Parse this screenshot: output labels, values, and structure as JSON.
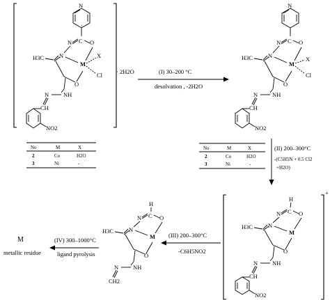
{
  "molecule_1": {
    "ring_n": "N",
    "n1": "N",
    "c1": "C",
    "o1": "O",
    "n2": "N",
    "metal": "M",
    "x": "X",
    "cl": "Cl",
    "ch3": "H3C",
    "o2": "O",
    "nh": "NH",
    "n3": "N",
    "ch": "CH",
    "no2": "NO2",
    "solvate": "· 2H2O"
  },
  "molecule_2": {
    "ring_n": "N",
    "n1": "N",
    "c1": "C",
    "o1": "O",
    "n2": "N",
    "metal": "M",
    "x": "X",
    "cl": "Cl",
    "ch3": "H3C",
    "o2": "O",
    "nh": "NH",
    "n3": "N",
    "ch": "CH",
    "no2": "NO2"
  },
  "molecule_3": {
    "h": "H",
    "n1": "N",
    "c1": "C",
    "o1": "O",
    "n2": "N",
    "metal": "M",
    "ch3": "H3C",
    "o2": "O",
    "nh": "NH",
    "n3": "N",
    "ch": "CH",
    "no2": "NO2",
    "charge": "+"
  },
  "molecule_4": {
    "h": "H",
    "n1": "N",
    "c1": "C",
    "o1": "O",
    "n2": "N",
    "metal": "M",
    "ch3": "H3C",
    "o2": "O",
    "nh": "NH",
    "n3": "N",
    "ch2": "CH2"
  },
  "steps": {
    "step1_top": "(I) 30–200 °C",
    "step1_bottom": "desolvation , -2H2O",
    "step2_top": "(II) 200–300°C",
    "step2_line2": "-(C5H5N + 0.5 Cl2",
    "step2_line3": "+H2O)",
    "step3_top": "(III) 200–300°C",
    "step3_bottom": "-C6H5NO2",
    "step4_top": "(IV) 300–1000°C",
    "step4_bottom": "ligand pyrolysis"
  },
  "residue": {
    "metal": "M",
    "label": "metallic residue"
  },
  "table_1": {
    "headers": [
      "No",
      "M",
      "X"
    ],
    "rows": [
      [
        "2",
        "Co",
        "H2O"
      ],
      [
        "3",
        "Ni",
        "-"
      ]
    ]
  },
  "table_2": {
    "headers": [
      "No",
      "M",
      "X"
    ],
    "rows": [
      [
        "2",
        "Co",
        "H2O"
      ],
      [
        "3",
        "Ni",
        "-"
      ]
    ]
  }
}
